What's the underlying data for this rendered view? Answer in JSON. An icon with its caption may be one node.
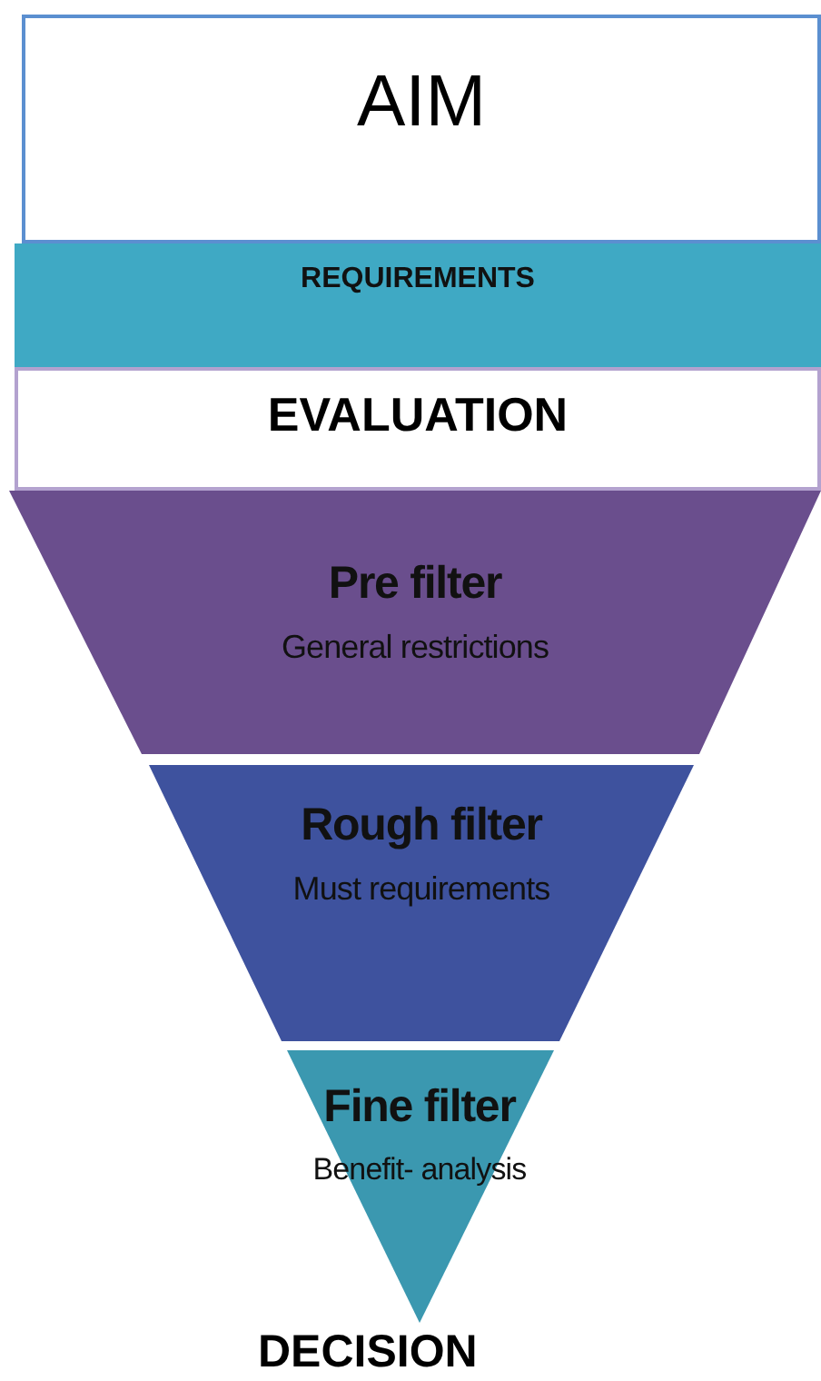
{
  "diagram": {
    "nodes": [
      {
        "text": [
          "AIM"
        ]
      },
      {
        "text": [
          "REQUIREMENTS"
        ]
      },
      {
        "text": [
          "EVALUATION"
        ]
      },
      {
        "text": [
          "Pre filter",
          "General restrictions"
        ]
      },
      {
        "text": [
          "Rough filter",
          "Must requirements"
        ]
      },
      {
        "text": [
          "Fine filter",
          "Benefit- analysis"
        ]
      }
    ],
    "edges": [],
    "labels": [
      "DECISION"
    ]
  }
}
